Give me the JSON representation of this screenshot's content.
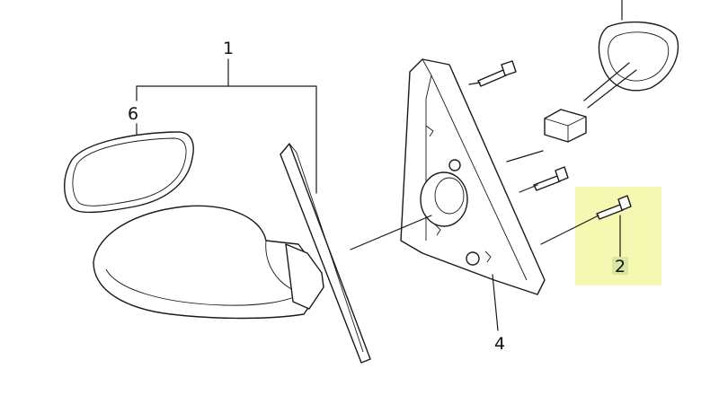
{
  "callouts": {
    "mirror_assembly": "1",
    "bolt": "2",
    "bracket": "4",
    "mirror_glass": "6"
  },
  "colors": {
    "highlight": "#f4f8b0",
    "highlight_label": "#d7e7a0",
    "line": "#1a1a1a"
  }
}
